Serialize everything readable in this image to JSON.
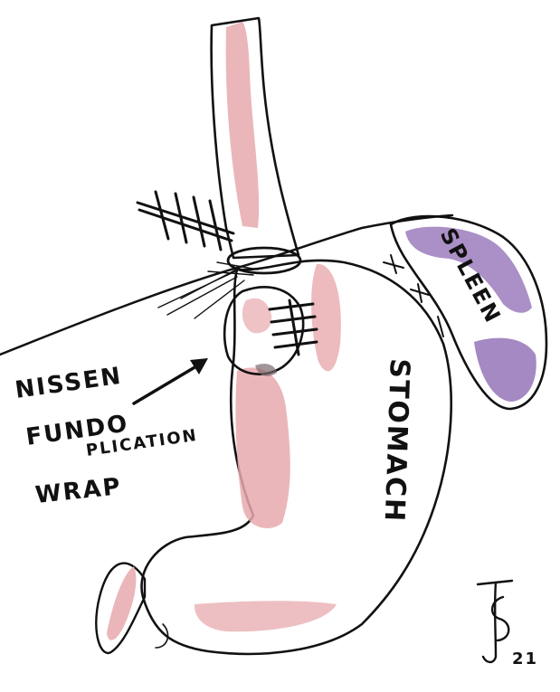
{
  "labels": {
    "nissen": "NISSEN",
    "fundo": "FUNDO",
    "plication": "PLICATION",
    "wrap": "WRAP",
    "stomach": "STOMACH",
    "spleen": "SPLEEN",
    "signature_year": "21"
  },
  "colors": {
    "ink": "#111111",
    "mucosa_pink": "#e8a9ad",
    "spleen_purple": "#8e6bb3",
    "paper": "#ffffff"
  }
}
